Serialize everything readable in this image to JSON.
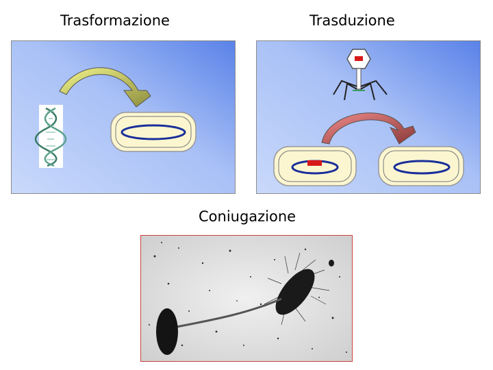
{
  "labels": {
    "transformation": "Trasformazione",
    "transduction": "Trasduzione",
    "conjugation": "Coniugazione"
  },
  "colors": {
    "panel_light": "#c9d9fb",
    "panel_dark": "#5a82e8",
    "cell_fill": "#fbf6d0",
    "plasmid": "#1a2f9a",
    "dna_fragment": "#d81818",
    "arrow_transformation": "#cfd96a",
    "arrow_transduction": "#b54a4a",
    "photo_border": "#d04040"
  },
  "icons": [
    "dna-helix-icon",
    "bacteriophage-icon",
    "curved-arrow-icon",
    "bacterial-cell-icon"
  ]
}
